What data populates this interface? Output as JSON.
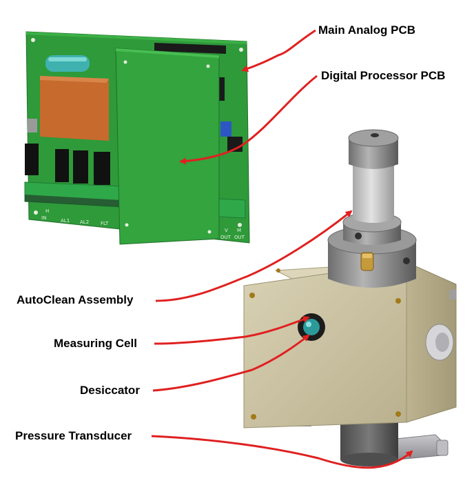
{
  "labels": {
    "main_analog_pcb": "Main Analog PCB",
    "digital_processor_pcb": "Digital Processor PCB",
    "autoclean_assembly": "AutoClean Assembly",
    "measuring_cell": "Measuring Cell",
    "desiccator": "Desiccator",
    "pressure_transducer": "Pressure Transducer"
  },
  "pcb_silkscreen": {
    "terminals": [
      "IN",
      "H",
      "AL1",
      "AL2",
      "FLT"
    ],
    "outputs_top": [
      "V",
      "M"
    ],
    "outputs_bottom": [
      "OUT",
      "OUT"
    ]
  },
  "colors": {
    "annotation_arrow": "#e02020",
    "pcb_green": "#2f9a3a",
    "enclosure_beige": "#cfc6a6",
    "cell_gray": "#8e8e8e"
  }
}
